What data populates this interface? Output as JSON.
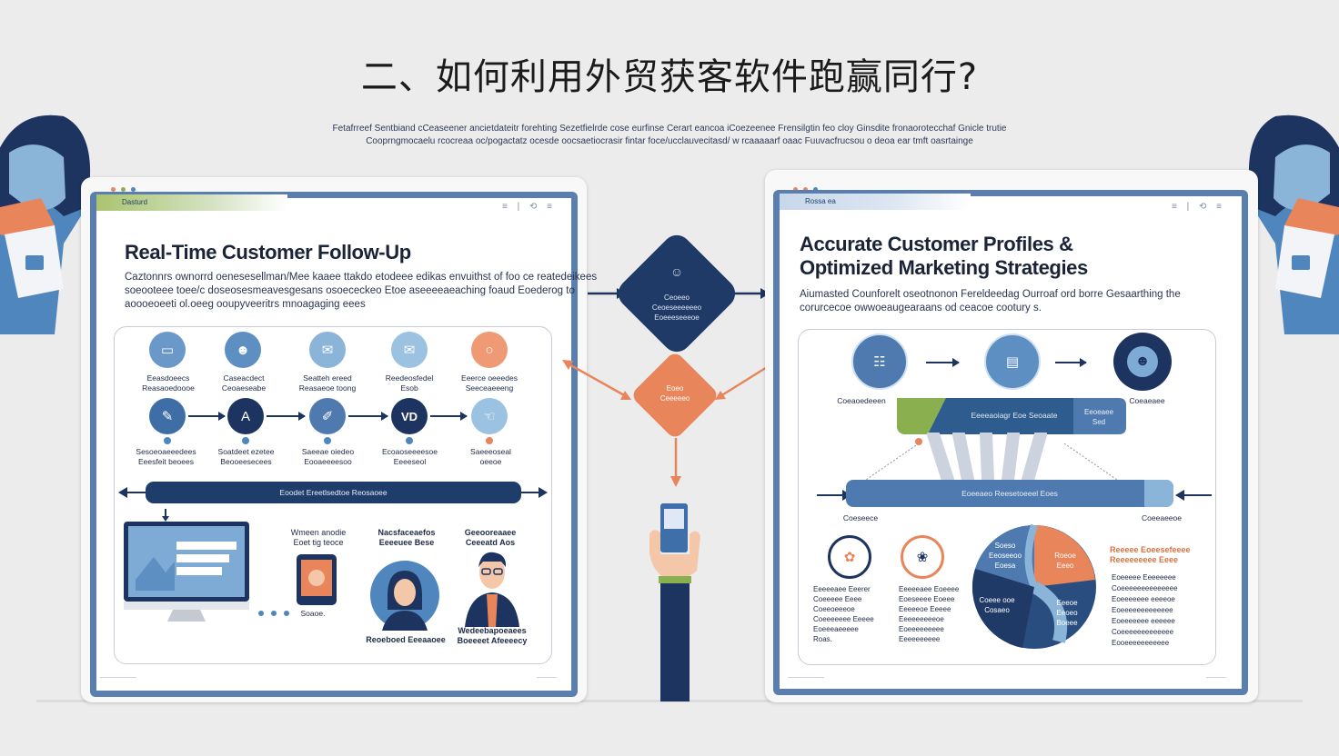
{
  "page": {
    "title": "二、如何利用外贸获客软件跑赢同行?",
    "subtitle_line1": "Fetafrreef Sentbiand cCeaseener ancietdateitr forehting Sezetfielrde cose eurfinse Cerart eancoa iCoezeenee Frensilgtin feo cloy Ginsdite fronaorotecchaf Gnicle trutie",
    "subtitle_line2": "Cooprngmocaelu rcocreaa oc/pogactatz ocesde oocsaetiocrasir fintar foce/ucclauvecitasd/ w rcaaaaarf oaac Fuuvacfrucsou o deoa ear tmft oasrtainge"
  },
  "left_panel": {
    "tab_label": "Dasturd",
    "window_controls": "≡ | ⟲ ≡",
    "title": "Real-Time Customer Follow-Up",
    "description": [
      "Caztonnrs ownorrd oenesesellman/Mee kaaee ttakdo etodeee edikas envuithst of foo ce reatedeikees",
      "soeooteee toee/c doseosesmeavesgesans osoececkeo Etoe aseeeeaeaching foaud Eoederog to",
      "aoooeoeeti ol.oeeg ooupyveeritrs mnoagaging eees"
    ],
    "icons_top": [
      {
        "icon": "browser-icon",
        "label": "Eeasdoeecs\nReasaoedoooe"
      },
      {
        "icon": "person-icon",
        "label": "Caseacdect\nCeoaeseabe"
      },
      {
        "icon": "mail-icon",
        "label": "Seatteh ereed\nReasaeoe toong"
      },
      {
        "icon": "message-icon",
        "label": "Reedeosfedel\nEsob"
      },
      {
        "icon": "search-icon",
        "label": "Eeerce oeeedes\nSeeceaeeeng"
      }
    ],
    "icons_mid": [
      {
        "icon": "feather-icon",
        "label": "Sesoeoaeeedees\nEeesfeit beoees"
      },
      {
        "icon": "arrow-icon",
        "label": "Soatdeet ezetee\nBeooeesecees"
      },
      {
        "icon": "edit-icon",
        "label": "Saeeae oiedeo\nEooaeeeesoo"
      },
      {
        "icon": "vd-icon",
        "text": "VD",
        "label": "Ecoaoseeeesoe\nEeeeseol"
      },
      {
        "icon": "hand-icon",
        "label": "Saeeeoseal\noeeoe"
      }
    ],
    "timeline_label": "Eoodet Ereetlsedtoe Reosaoee",
    "monitor_note": "Soaoe.",
    "col_a": "Wmeen anodie\nEoet tig teoce",
    "col_b": "Nacsfaceaefos\nEeeeuee Bese",
    "col_c": "Geeooreaaee\nCeeeatd Aos",
    "bottom_b": "Reoeboed Eeeaaoee",
    "bottom_c": "Wedeebapoeaees\nBoeeeet Afeeeecy"
  },
  "right_panel": {
    "tab_label": "Rossa ea",
    "window_controls": "≡ | ⟲ ≡",
    "title_line1": "Accurate Customer Profiles &",
    "title_line2": "Optimized Marketing Strategies",
    "description": [
      "Aiumasted Counforelt oseotnonon Fereldeedag Ourroaf ord borre Gesaarthing the",
      "corurcecoe owwoeaugearaans od ceacoe cootury s."
    ],
    "left_label": "Coeaoedeeen",
    "right_label": "Coeaeaee",
    "funnel_label": "Eeeeaoiagr Eoe Seoaate",
    "funnel_right": "Eeoeaee\nSed",
    "bar2_label": "Eoeeaeo Reesetoeeel Eoes",
    "bar2_left": "Coeseece",
    "bar2_right": "Coeeaeeoe",
    "small_a_text": "Eeeeeaee Eeerer\nCoeeeee Eeee\nCoeeoeeeoe\nCoeeeeeee Eeeee\nEoeeeaeeeee\nRoas.",
    "small_b_text": "Eeeeeaee Eoeeee\nEoeseeee Eoeee\nEeeeeoe Eeeee\nEeeeeeeeeoe\nEoeeeeeeeee\nEeeeeeeeee",
    "pie_labels": [
      "Soeso\nEeoseeoo\nEoesa",
      "Roeoe\nEeeo",
      "Coeee ooe\nCosaeo",
      "Eeeoe\nEeoeo\nBoeee"
    ],
    "notes_title": "Reeeee Eoeesefeeee\nReeeeeeeee Eeee",
    "notes_lines": [
      "Eoeeeee Eeeeeeee",
      "Coeeeeeeeeeeeeee",
      "Eoeeeeeee eeeeoe",
      "Eoeeeeeeeeeeeee",
      "Eoeeeeeee eeeeee",
      "Coeeeeeeeeeeeee",
      "Eooeeeeeeeeeee"
    ]
  },
  "center": {
    "diamond_top_label": "Ceoeeo\nCeoeseeeeeeo\nEoeeeseeeoe",
    "diamond_orange_label": "Eoeo\nCeeeeeo"
  },
  "colors": {
    "navy": "#1d3461",
    "steel_blue": "#4f7ab0",
    "light_blue": "#8bb5d8",
    "orange": "#e8855a",
    "green": "#8aaf4f"
  }
}
